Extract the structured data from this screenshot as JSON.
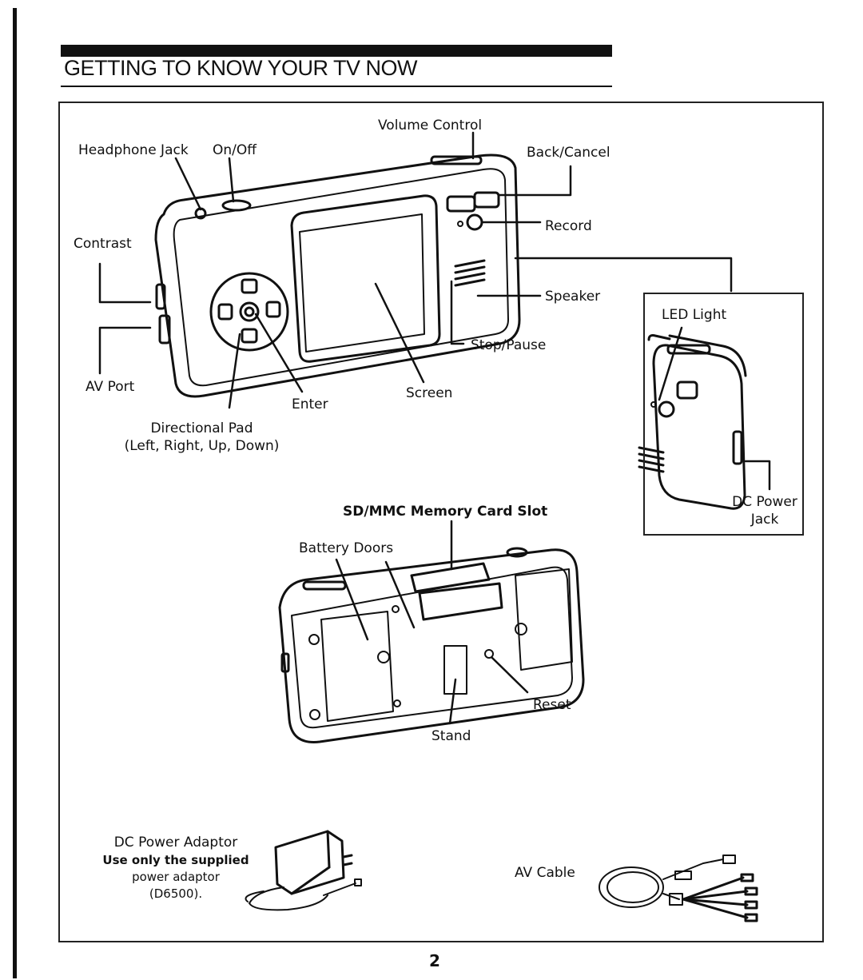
{
  "page": {
    "title": "GETTING TO KNOW YOUR TV NOW",
    "page_number": "2"
  },
  "labels": {
    "headphone_jack": "Headphone Jack",
    "on_off": "On/Off",
    "volume_control": "Volume Control",
    "back_cancel": "Back/Cancel",
    "record": "Record",
    "contrast": "Contrast",
    "speaker": "Speaker",
    "stop_pause": "Stop/Pause",
    "av_port": "AV Port",
    "enter": "Enter",
    "screen": "Screen",
    "directional_pad": "Directional Pad",
    "directional_pad_sub": "(Left, Right, Up, Down)",
    "led_light": "LED Light",
    "dc_power_jack_line1": "DC Power",
    "dc_power_jack_line2": "Jack",
    "sd_mmc_slot": "SD/MMC Memory Card Slot",
    "battery_doors": "Battery Doors",
    "reset": "Reset",
    "stand": "Stand",
    "av_cable": "AV Cable"
  },
  "adaptor": {
    "title": "DC Power Adaptor",
    "warning": "Use only the supplied",
    "line3": "power adaptor",
    "line4": "(D6500)."
  }
}
